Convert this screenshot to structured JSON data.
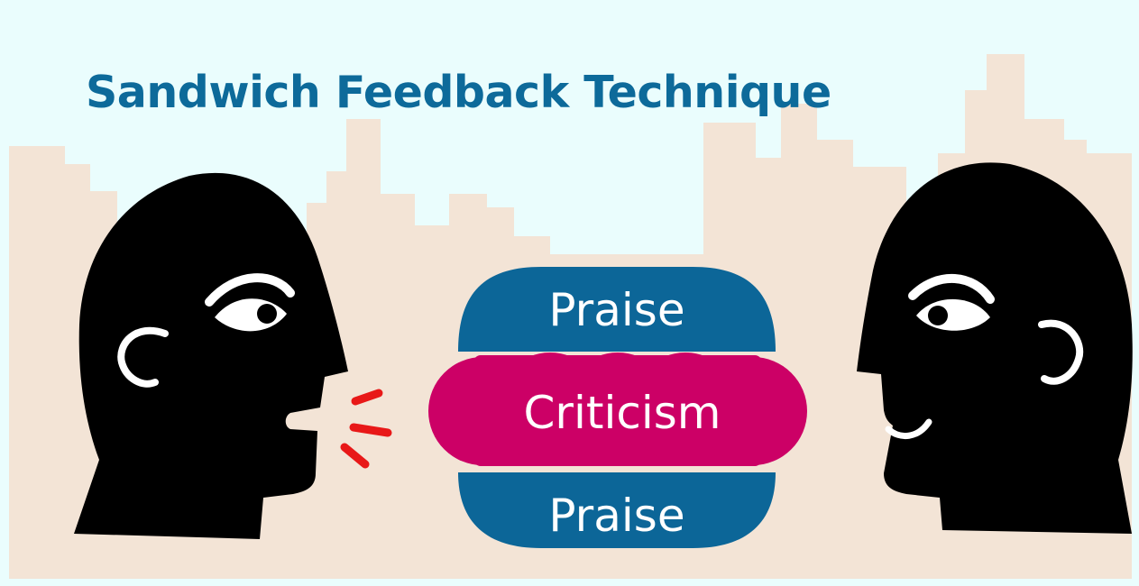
{
  "title": "Sandwich Feedback Technique",
  "sandwich": {
    "top_label": "Praise",
    "middle_label": "Criticism",
    "bottom_label": "Praise"
  },
  "colors": {
    "sky": "#eafdfd",
    "buildings": "#f3e4d6",
    "title": "#0d6a9a",
    "bread": "#0c6698",
    "filling": "#cc0066",
    "head": "#000000",
    "face_features": "#ffffff",
    "speech_marks": "#e81818"
  },
  "figures": {
    "speaker": "left head talking, facing right",
    "listener": "right head smiling, facing left"
  }
}
